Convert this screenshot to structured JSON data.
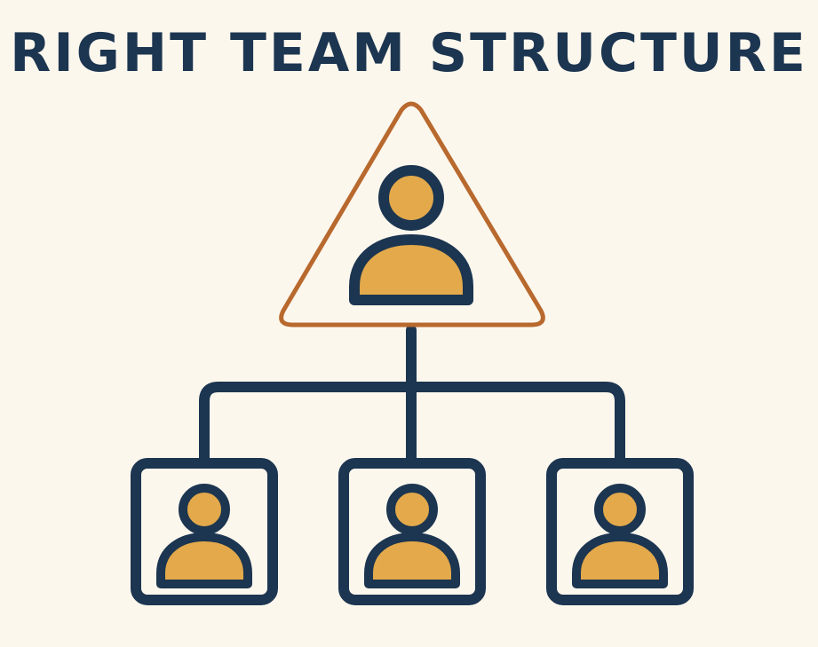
{
  "title": "RIGHT TEAM STRUCTURE",
  "colors": {
    "background": "#fcf7ed",
    "outline": "#1c3550",
    "person_fill": "#e3a94a",
    "leader_triangle": "#b8692e"
  },
  "icons": {
    "leader": "person-icon",
    "members": [
      "person-icon",
      "person-icon",
      "person-icon"
    ]
  },
  "structure": {
    "leader_count": 1,
    "member_count": 3
  }
}
